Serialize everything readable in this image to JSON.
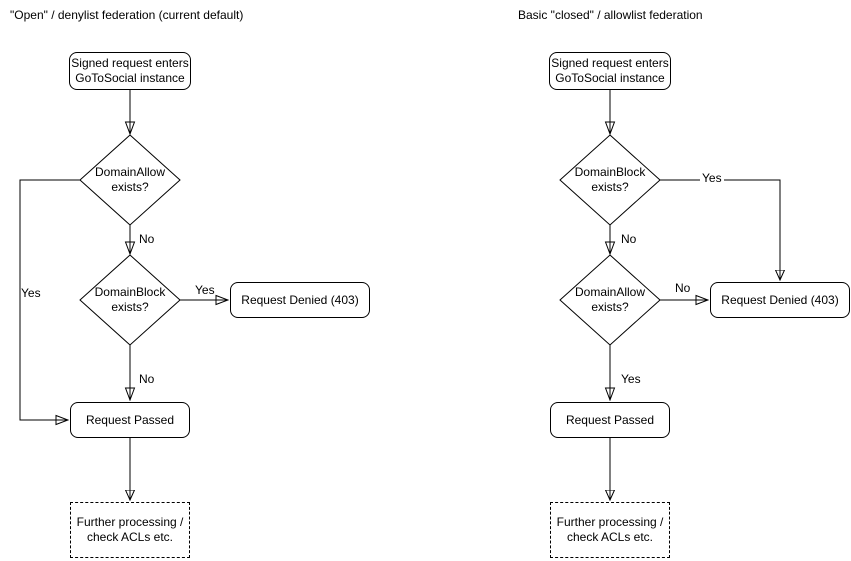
{
  "colors": {
    "stroke": "#000000",
    "background": "#ffffff",
    "text": "#000000"
  },
  "left": {
    "title": "\"Open\" / denylist federation (current default)",
    "nodes": {
      "start": "Signed request enters\nGoToSocial instance",
      "decision1": "DomainAllow\nexists?",
      "decision2": "DomainBlock\nexists?",
      "denied": "Request Denied (403)",
      "passed": "Request Passed",
      "further": "Further processing /\ncheck ACLs etc."
    },
    "edge_labels": {
      "decision1_no": "No",
      "decision1_yes": "Yes",
      "decision2_yes": "Yes",
      "decision2_no": "No"
    }
  },
  "right": {
    "title": "Basic \"closed\" / allowlist federation",
    "nodes": {
      "start": "Signed request enters\nGoToSocial instance",
      "decision1": "DomainBlock\nexists?",
      "decision2": "DomainAllow\nexists?",
      "denied": "Request Denied (403)",
      "passed": "Request Passed",
      "further": "Further processing /\ncheck ACLs etc."
    },
    "edge_labels": {
      "decision1_yes": "Yes",
      "decision1_no": "No",
      "decision2_no": "No",
      "decision2_yes": "Yes"
    }
  }
}
